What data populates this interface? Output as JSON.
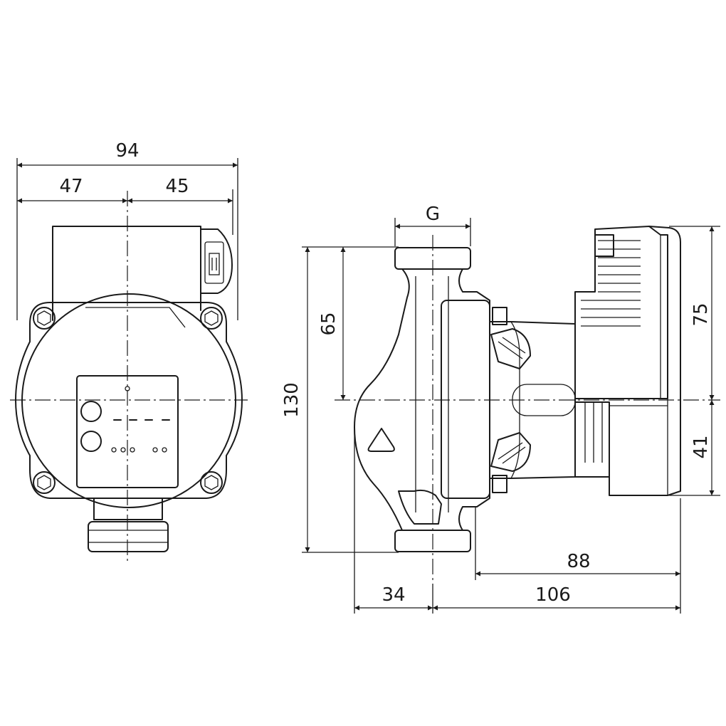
{
  "front_view": {
    "width_total": "94",
    "width_left": "47",
    "width_right": "45"
  },
  "side_view": {
    "connection_thread": "G",
    "height_total": "130",
    "height_upper_half": "65",
    "motor_height_upper": "75",
    "motor_height_lower": "41",
    "offset_left": "34",
    "length_motor": "106",
    "length_motor_body": "88"
  }
}
